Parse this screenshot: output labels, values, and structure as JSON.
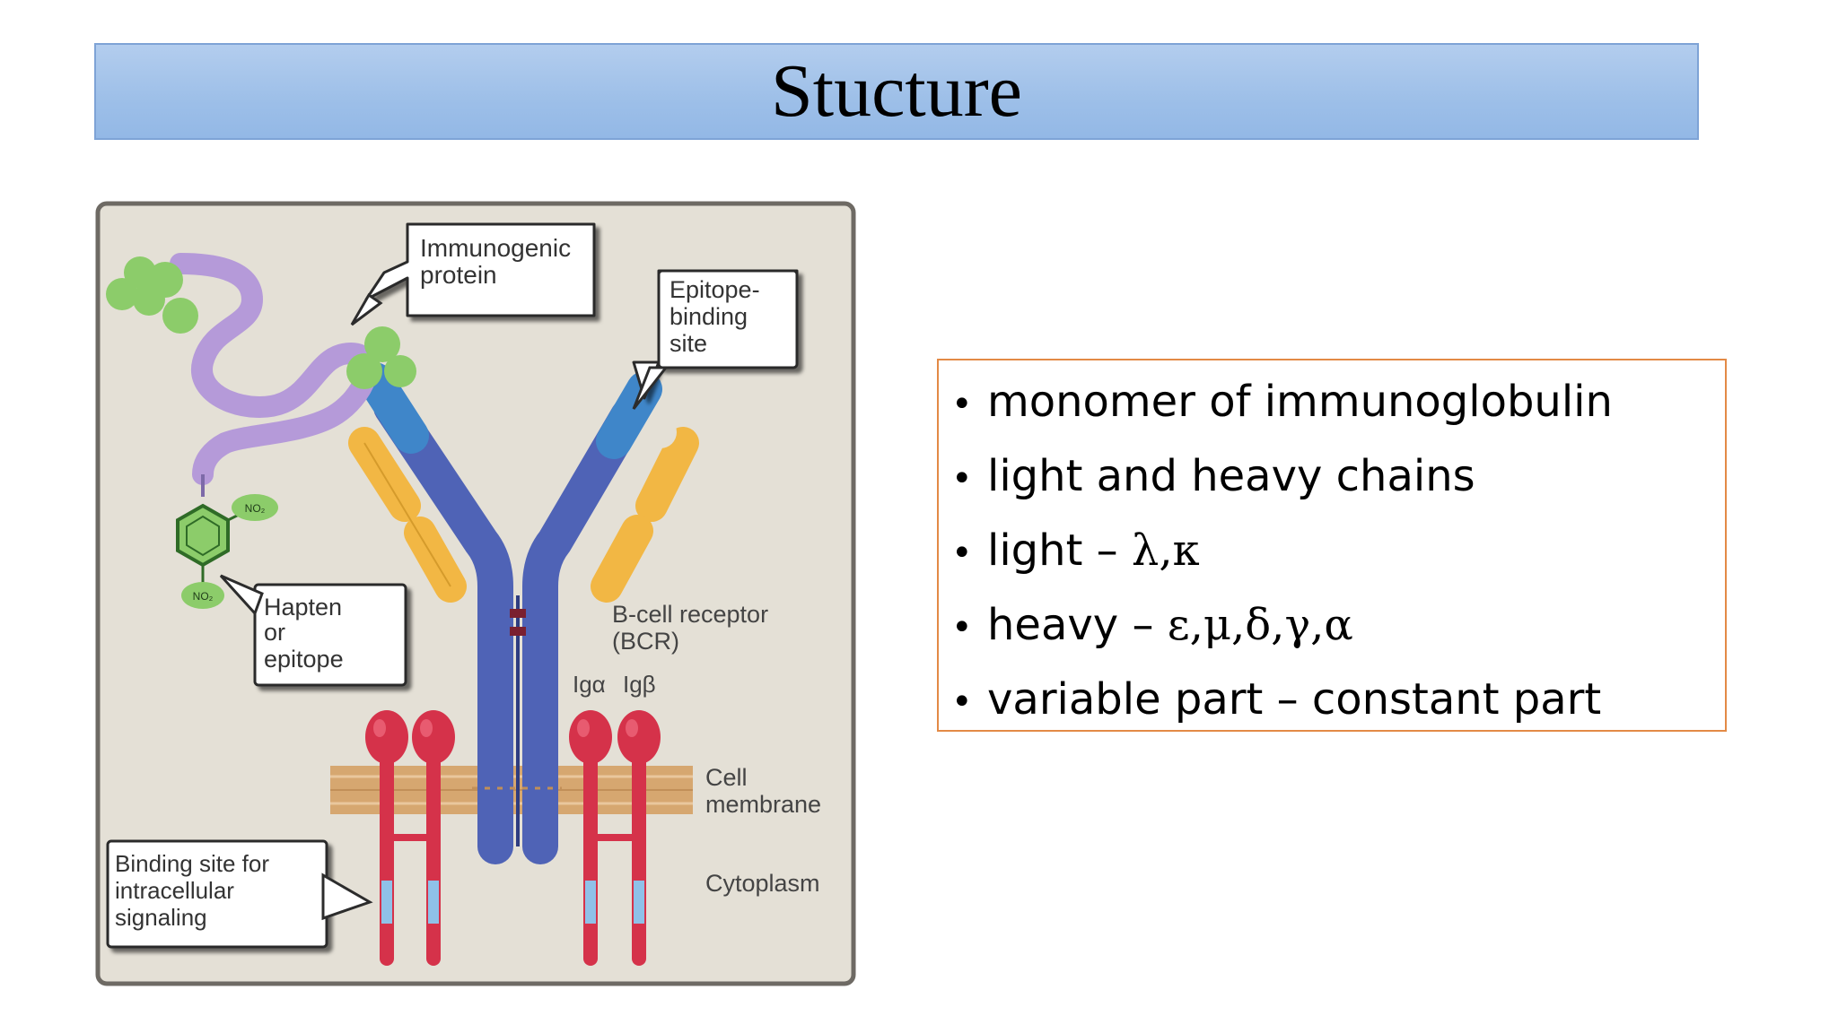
{
  "title": "Stucture",
  "diagram": {
    "labels": {
      "immunogenic_line1": "Immunogenic",
      "immunogenic_line2": "protein",
      "epitope_line1": "Epitope-",
      "epitope_line2": "binding",
      "epitope_line3": "site",
      "hapten_line1": "Hapten",
      "hapten_line2": "or",
      "hapten_line3": "epitope",
      "bcr_line1": "B-cell receptor",
      "bcr_line2": "(BCR)",
      "ig_alpha": "Igα",
      "ig_beta": "Igβ",
      "membrane_line1": "Cell",
      "membrane_line2": "membrane",
      "cytoplasm": "Cytoplasm",
      "binding_line1": "Binding site for",
      "binding_line2": "intracellular",
      "binding_line3": "signaling",
      "no2_top": "NO₂",
      "no2_bottom": "NO₂"
    },
    "colors": {
      "background": "#e4e0d6",
      "heavy_chain": "#4f63b6",
      "variable_region": "#3f86c9",
      "light_chain": "#f2b744",
      "ig_alpha_beta": "#d5324a",
      "membrane": "#d6a770",
      "protein": "#b59ad9",
      "epitope": "#8ccc6a"
    }
  },
  "bullets": [
    {
      "prefix": "monomer of immunoglobulin",
      "greek": ""
    },
    {
      "prefix": "light and heavy chains",
      "greek": ""
    },
    {
      "prefix": "light – ",
      "greek": "λ,κ"
    },
    {
      "prefix": "heavy – ",
      "greek": "ε,μ,δ,γ,α"
    },
    {
      "prefix": "variable part – constant part",
      "greek": ""
    }
  ]
}
